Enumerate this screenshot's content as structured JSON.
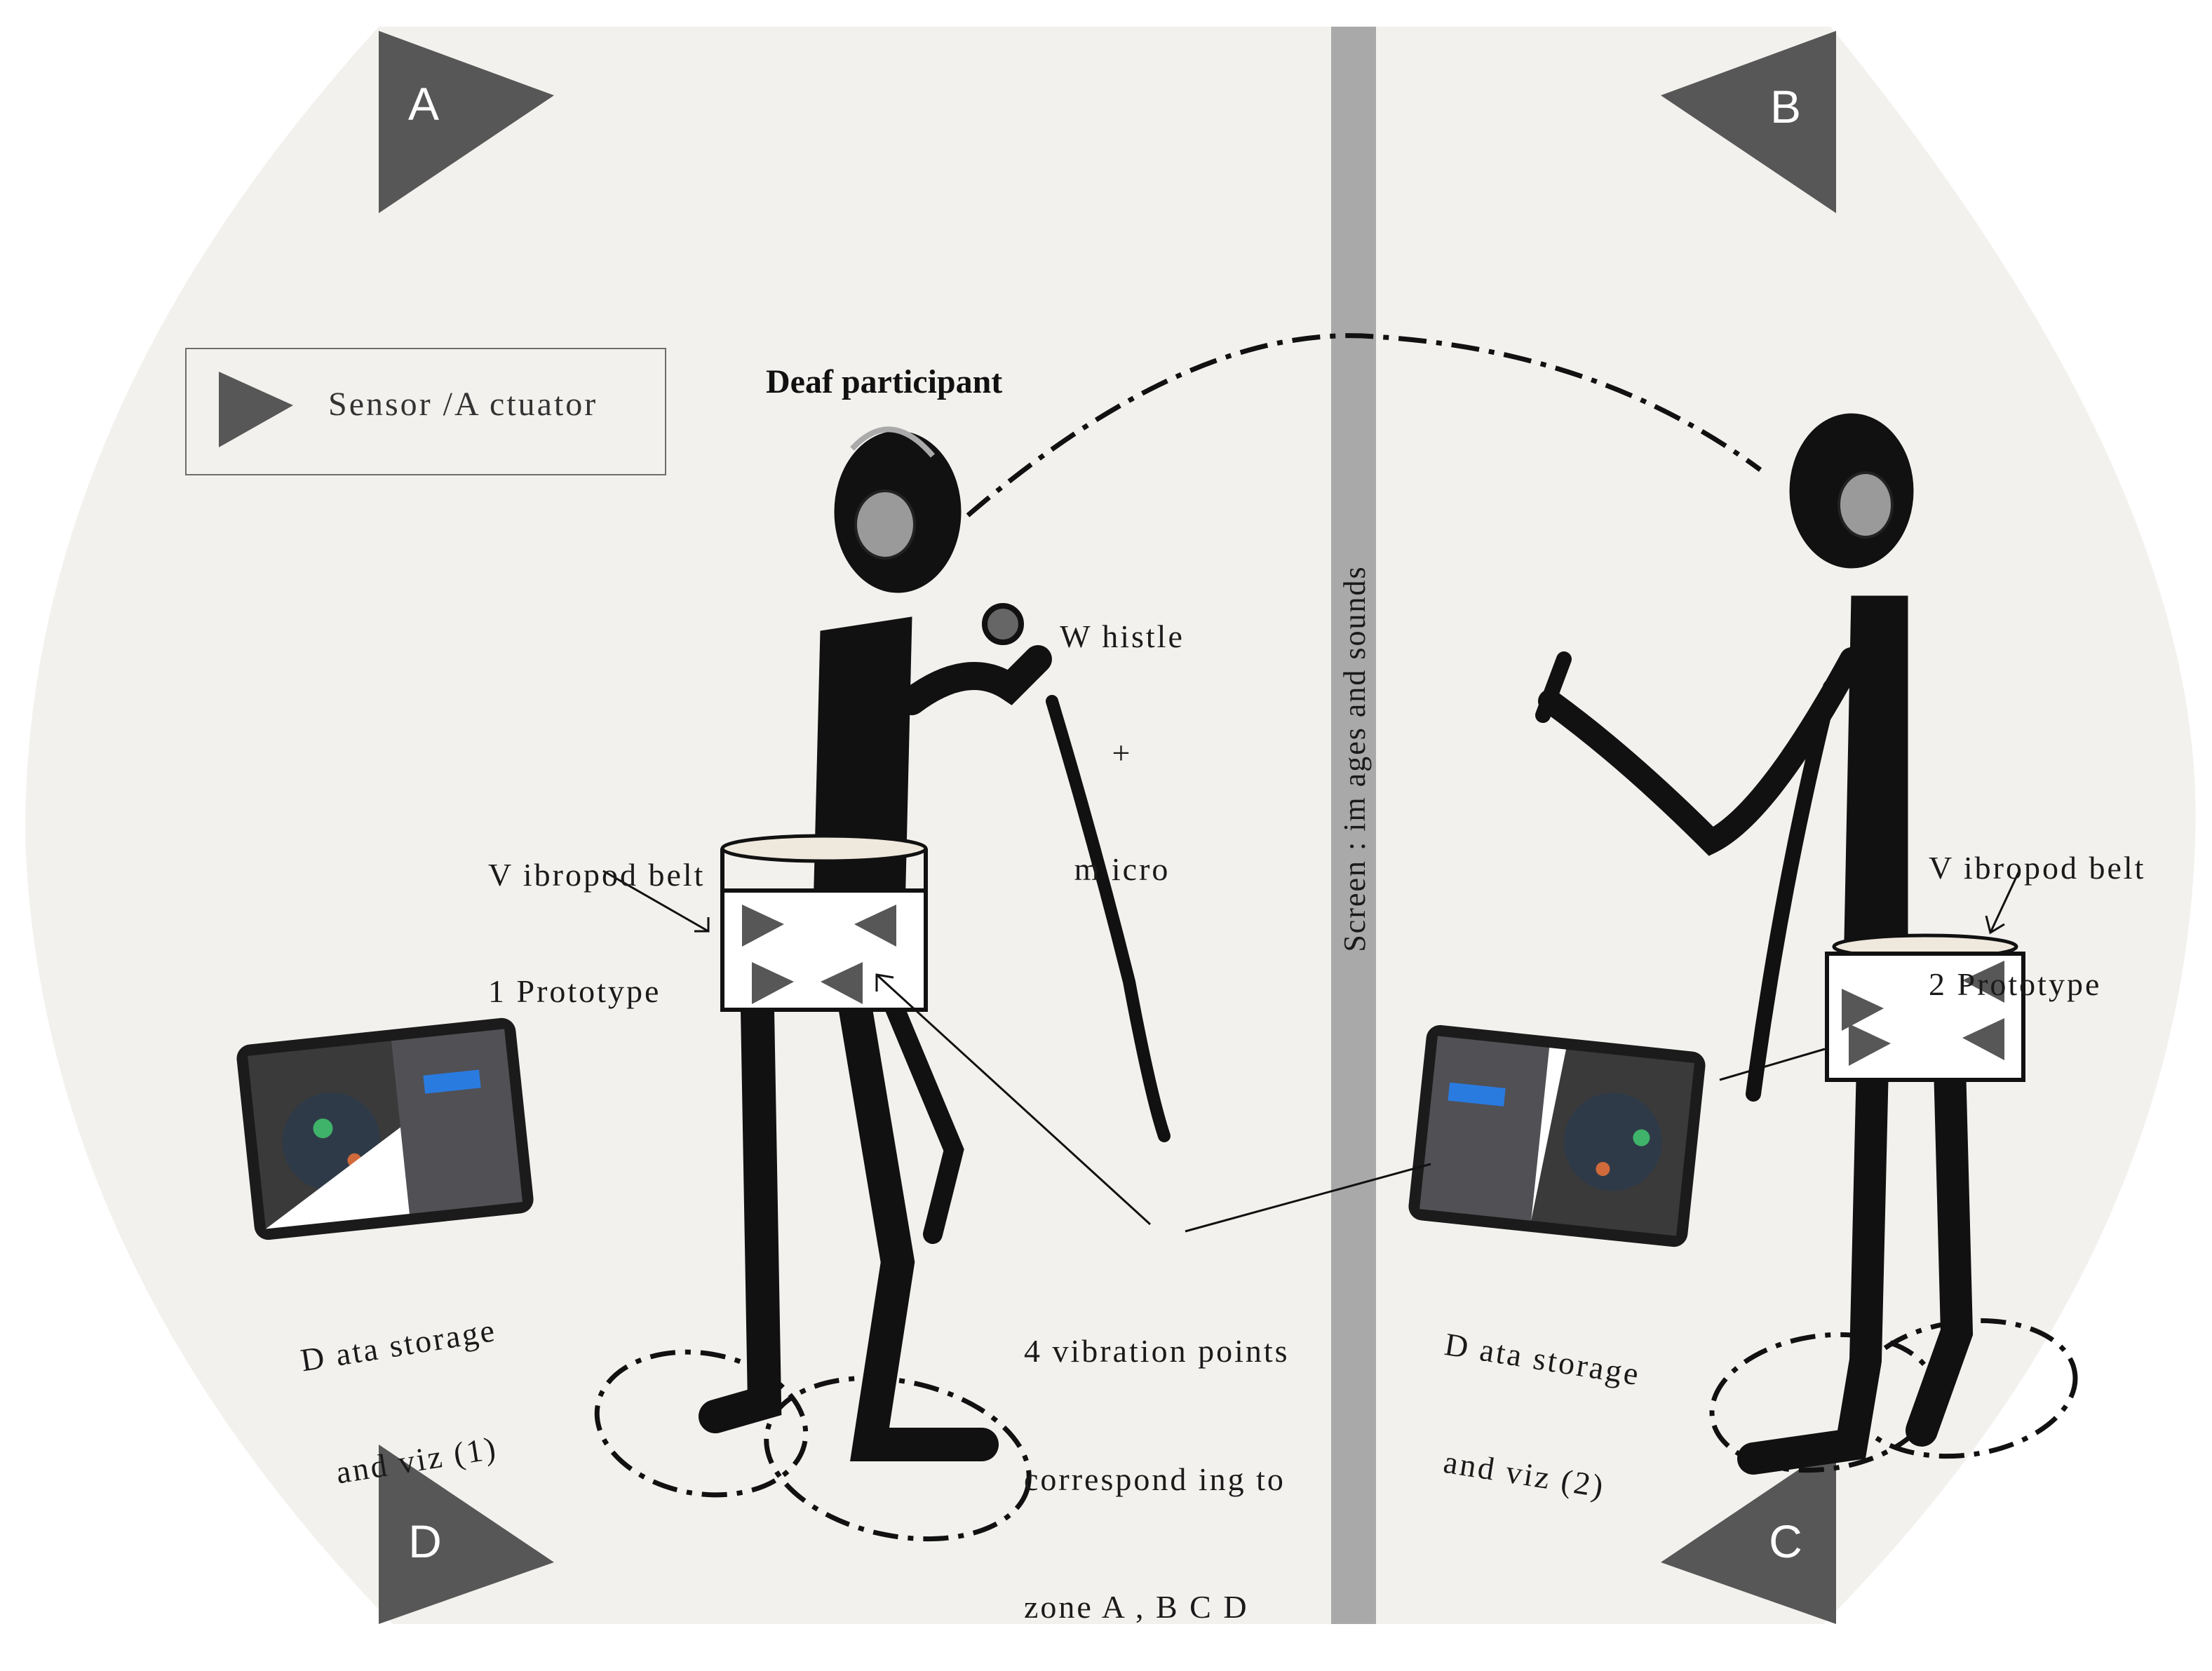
{
  "legend": {
    "label": "Sensor /A ctuator",
    "icon": "triangle-sensor-icon"
  },
  "title": "Deaf participant",
  "screen_label": "Screen : im ages and sounds",
  "zones": {
    "a": "A",
    "b": "B",
    "c": "C",
    "d": "D"
  },
  "whistle": {
    "line1": "W histle",
    "line2": "+",
    "line3": "m icro"
  },
  "belt1": {
    "line1": "V ibropod belt",
    "line2": "1 Prototype"
  },
  "belt2": {
    "line1": "V ibropod belt",
    "line2": "2 Prototype"
  },
  "vibration": {
    "line1": "4 vibration points",
    "line2": "correspond ing to",
    "line3": "zone A , B C D"
  },
  "data1": {
    "line1": "D ata storage",
    "line2": "and viz (1)"
  },
  "data2": {
    "line1": "D ata storage",
    "line2": "and viz (2)"
  },
  "colors": {
    "background": "#f3f1ee",
    "triangle": "#575757",
    "screen_bar": "#a9a9a9",
    "ink": "#111111"
  }
}
